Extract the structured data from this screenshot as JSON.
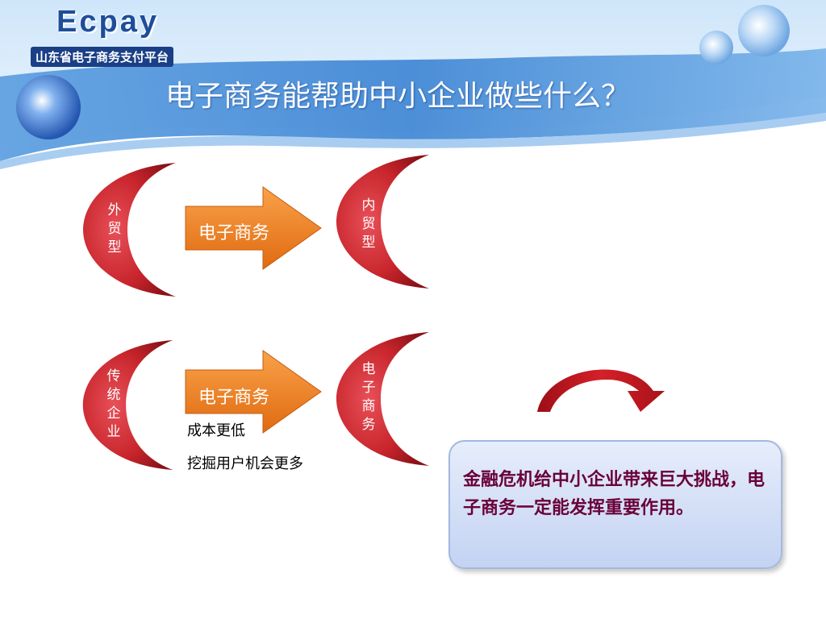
{
  "logo": {
    "name": "Ecpay",
    "subtitle": "山东省电子商务支付平台"
  },
  "title": "电子商务能帮助中小企业做些什么？",
  "row1": {
    "left_label": "外贸型",
    "arrow_label": "电子商务",
    "right_label": "内贸型"
  },
  "row2": {
    "left_label": "传统企业",
    "arrow_label": "电子商务",
    "right_label": "电子商务",
    "note1": "成本更低",
    "note2": "挖掘用户机会更多"
  },
  "callout": {
    "text": "金融危机给中小企业带来巨大挑战，电子商务一定能发挥重要作用。"
  },
  "colors": {
    "moon": "#c8252c",
    "arrow": "#ee7a1c",
    "header": "#4d8fd6",
    "callout_text": "#6a0038"
  },
  "icons": [
    "bubble-icon",
    "curved-arrow-icon",
    "block-arrow-icon"
  ]
}
